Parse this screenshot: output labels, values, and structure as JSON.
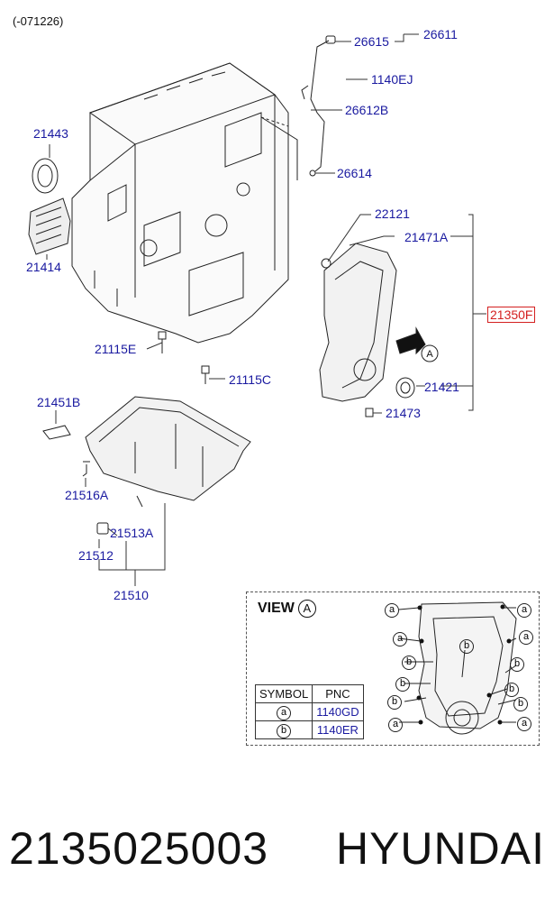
{
  "header": {
    "date_range": "(-071226)"
  },
  "parts": {
    "p26611": "26611",
    "p26615": "26615",
    "p1140EJ": "1140EJ",
    "p26612B": "26612B",
    "p26614": "26614",
    "p21443": "21443",
    "p21414": "21414",
    "p22121": "22121",
    "p21471A": "21471A",
    "p21350F": "21350F",
    "p21115E": "21115E",
    "p21115C": "21115C",
    "p21421": "21421",
    "p21473": "21473",
    "p21451B": "21451B",
    "p21516A": "21516A",
    "p21513A": "21513A",
    "p21512": "21512",
    "p21510": "21510"
  },
  "view_arrow_label": "A",
  "view": {
    "title": "VIEW",
    "marker": "A",
    "callout_a": "a",
    "callout_b": "b",
    "table": {
      "headers": [
        "SYMBOL",
        "PNC"
      ],
      "rows": [
        {
          "symbol": "a",
          "pnc": "1140GD"
        },
        {
          "symbol": "b",
          "pnc": "1140ER"
        }
      ]
    }
  },
  "footer": {
    "part_number": "2135025003",
    "brand": "HYUNDAI"
  },
  "colors": {
    "label": "#1a1aa0",
    "highlight": "#d42020",
    "line": "#222222"
  }
}
